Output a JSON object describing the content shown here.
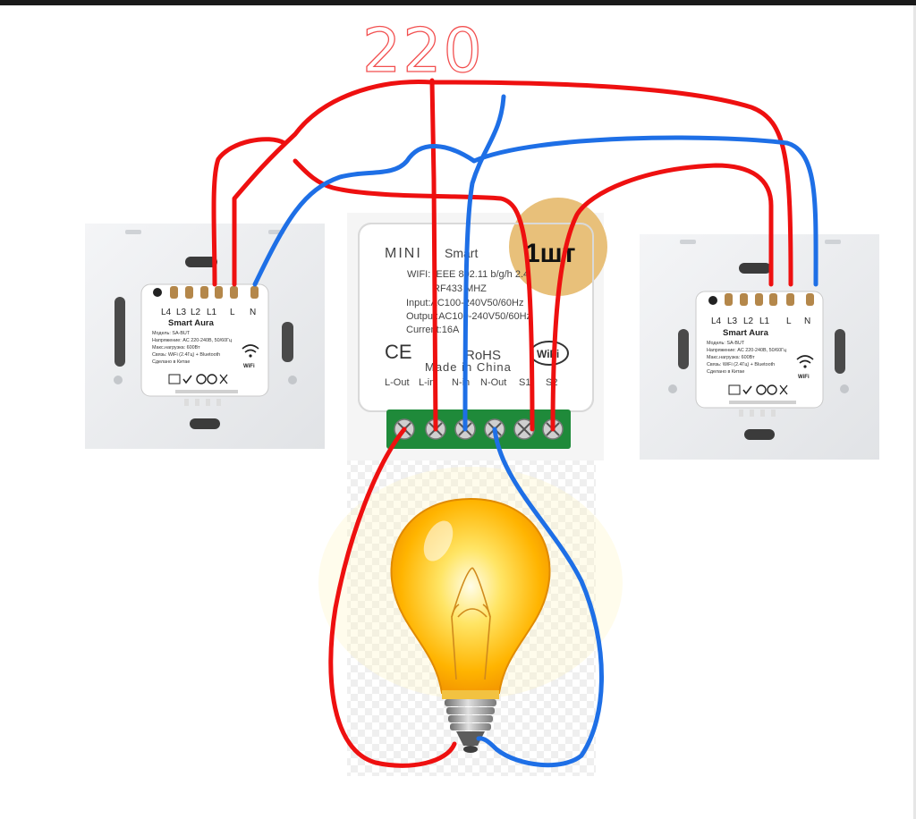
{
  "supply_label": "220",
  "left_switch": {
    "terminals": [
      "L4",
      "L3",
      "L2",
      "L1",
      "L",
      "N"
    ],
    "brand": "Smart Aura",
    "model": "Модель: SA-BUT",
    "voltage": "Напряжение: AC 220-240В, 50/60Гц",
    "power": "Макс.нагрузка: 600Вт",
    "wifi": "Связь: WiFi (2.4Гц) + Bluetooth",
    "origin": "Сделано в Китае",
    "wifi_badge": "WiFi"
  },
  "right_switch": {
    "terminals": [
      "L4",
      "L3",
      "L2",
      "L1",
      "L",
      "N"
    ],
    "brand": "Smart Aura",
    "model": "Модель: SA-BUT",
    "voltage": "Напряжение: AC 220-240В, 50/60Гц",
    "power": "Макс.нагрузка: 600Вт",
    "wifi": "Связь: WiFi (2.4Гц) + Bluetooth",
    "origin": "Сделано в Китае",
    "wifi_badge": "WiFi"
  },
  "relay": {
    "title": "MINI",
    "title2": "Smart",
    "badge": "1шт",
    "line_wifi": "WIFI: IEEE 802.11 b/g/h 2.4",
    "line_rf": "RF433 MHZ",
    "line_input": "Input:AC100-240V50/60Hz",
    "line_output": "Output:AC100-240V50/60Hz",
    "line_current": "Current:16A",
    "ce": "CE",
    "rohs": "RoHS",
    "wifi_logo": "WiFi",
    "made": "Made in China",
    "terminals": [
      "L-Out",
      "L-in",
      "N-in",
      "N-Out",
      "S1",
      "S2"
    ]
  },
  "colors": {
    "live_wire": "#ee1010",
    "neutral_wire": "#1e6fe6",
    "relay_badge": "#e8c07a",
    "terminal_block": "#1f8a3a"
  }
}
